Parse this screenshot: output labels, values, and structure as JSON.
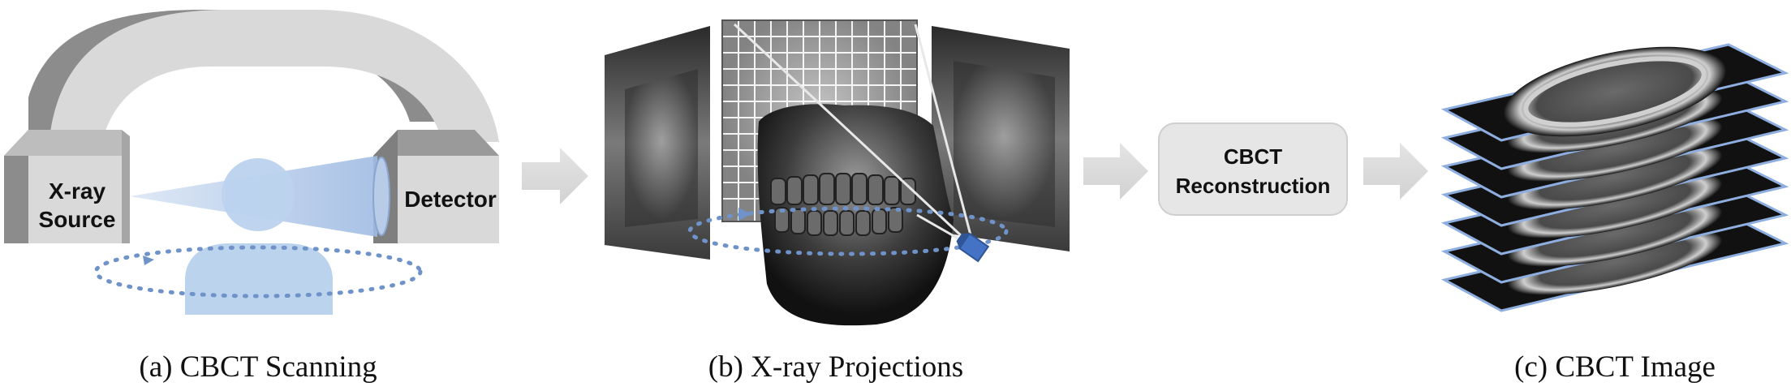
{
  "panels": {
    "scanning": {
      "caption": "(a) CBCT Scanning",
      "source_line1": "X-ray",
      "source_line2": "Source",
      "detector_label": "Detector"
    },
    "projections": {
      "caption": "(b) X-ray Projections"
    },
    "reconstruction": {
      "line1": "CBCT",
      "line2": "Reconstruction"
    },
    "image": {
      "caption": "(c) CBCT Image",
      "slice_count": 7
    }
  },
  "colors": {
    "gantry": "#d9d9d9",
    "gantry_shadow": "#8c8c8c",
    "patient": "#bcd3ee",
    "beam": "#c5d6ee",
    "orbit_dots": "#6f93c9",
    "arrow": "#d9d9d9",
    "box_fill": "#e6e6e6",
    "slice_border": "#8eaee0"
  },
  "icons": [
    "flow-arrow-icon",
    "orbit-icon",
    "detector-icon"
  ]
}
